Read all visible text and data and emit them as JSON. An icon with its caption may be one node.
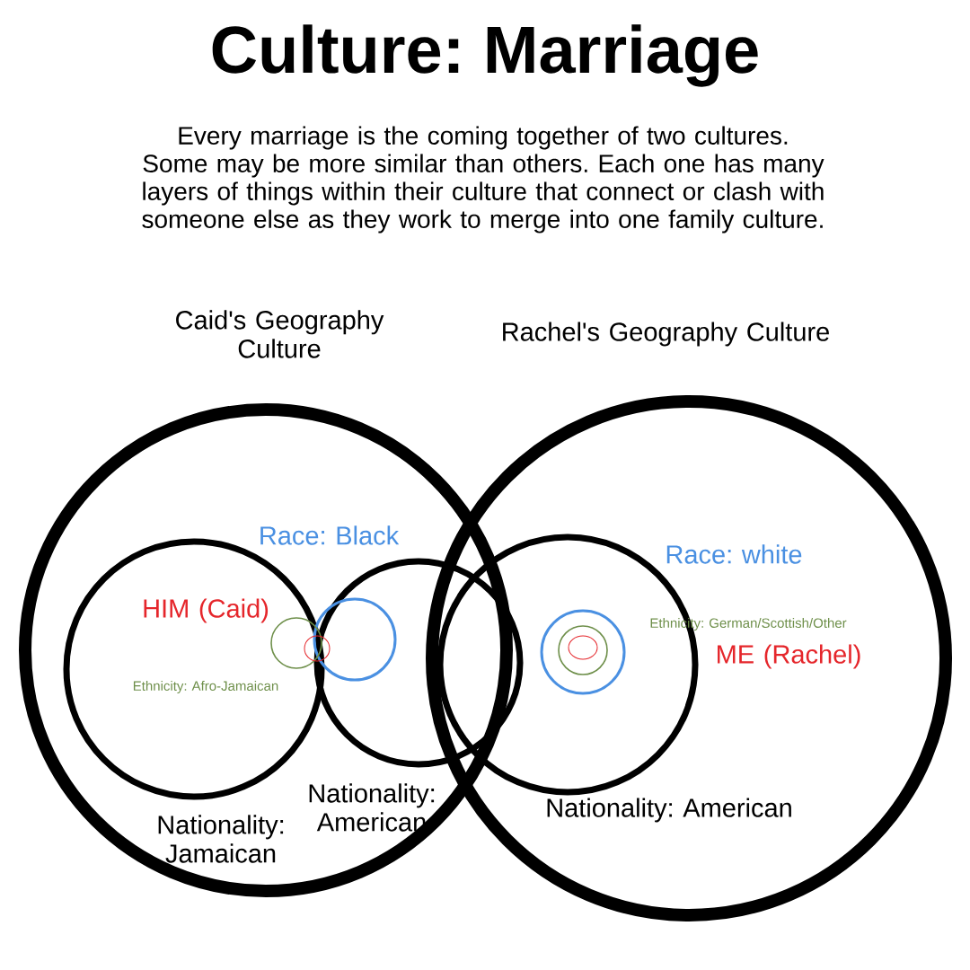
{
  "diagram": {
    "title": "Culture: Marriage",
    "nodes": [
      {
        "text": [
          "Caid's Geography Culture"
        ]
      },
      {
        "text": [
          "Rachel's Geography Culture"
        ]
      },
      {
        "text": [
          "Nationality: Jamaican"
        ],
        "in": 0
      },
      {
        "text": [],
        "shape": "circle"
      },
      {
        "text": [
          "Nationality: American"
        ],
        "in": 1
      },
      {
        "text": [],
        "shape": "circle",
        "in": 3
      },
      {
        "text": [
          "Ethnicity: Afro-Jamaican"
        ],
        "in": 2
      },
      {
        "text": [
          "HIM (Caid)"
        ],
        "in": 0
      },
      {
        "text": [
          "Race: white"
        ],
        "in": 4
      },
      {
        "text": [
          "Ethnicity: German/Scottish/Other"
        ],
        "in": 8
      },
      {
        "text": [
          "ME (Rachel)"
        ],
        "in": 9
      }
    ],
    "labels": [
      "Race: Black",
      "Nationality: American",
      "Every marriage is the coming together of two cultures. Some may be more similar than others. Each one has many layers of things within their culture that connect or clash with someone else as they work to merge into one family culture."
    ]
  }
}
